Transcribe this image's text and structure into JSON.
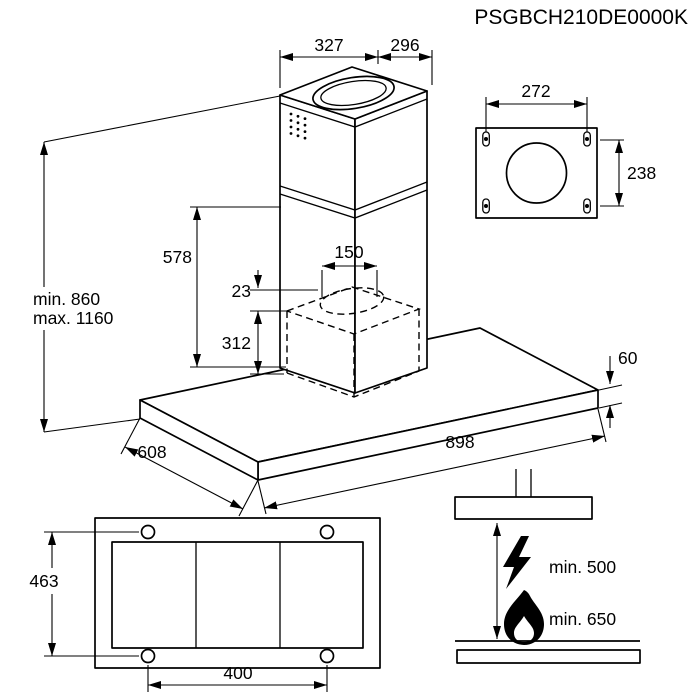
{
  "title": "PSGBCH210DE0000K",
  "colors": {
    "line": "#000000",
    "background": "#ffffff"
  },
  "main_view": {
    "top_width": "327",
    "top_depth": "296",
    "chimney_height": "578",
    "duct_diameter": "150",
    "duct_inset": "23",
    "lower_chimney_height": "312",
    "total_height_min": "min. 860",
    "total_height_max": "max. 1160",
    "body_height": "60",
    "body_width": "898",
    "body_depth": "608"
  },
  "bracket_view": {
    "hole_spacing_width": "272",
    "hole_spacing_height": "238"
  },
  "frame_view": {
    "depth": "463",
    "hole_spacing": "400"
  },
  "clearance_view": {
    "electric_hob": "min. 500",
    "gas_hob": "min. 650"
  }
}
